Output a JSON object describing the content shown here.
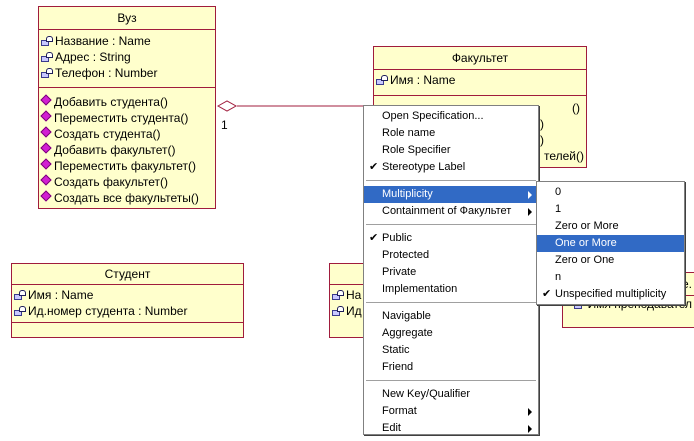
{
  "classes": {
    "vuz": {
      "title": "Вуз",
      "attributes": [
        "Название : Name",
        "Адрес : String",
        "Телефон : Number"
      ],
      "operations": [
        "Добавить студента()",
        "Переместить студента()",
        "Создать студента()",
        "Добавить факультет()",
        "Переместить факультет()",
        "Создать факультет()",
        "Создать все факультеты()"
      ]
    },
    "fakultet": {
      "title": "Факультет",
      "attributes": [
        "Имя : Name"
      ],
      "operations_partial": [
        "()",
        ")",
        ")",
        "телей()"
      ]
    },
    "student": {
      "title": "Студент",
      "attributes": [
        "Имя : Name",
        "Ид.номер студента : Number"
      ]
    },
    "hidden_mid": {
      "attributes_partial": [
        "На",
        "Ид"
      ]
    },
    "hidden_right": {
      "title_partial": "е.",
      "attributes_partial": [
        "Имя преподавател"
      ]
    }
  },
  "association": {
    "multiplicity": "1"
  },
  "context_menu": {
    "groups": [
      [
        {
          "label": "Open Specification...",
          "checked": false,
          "submenu": false
        },
        {
          "label": "Role name",
          "checked": false,
          "submenu": false
        },
        {
          "label": "Role Specifier",
          "checked": false,
          "submenu": false
        },
        {
          "label": "Stereotype Label",
          "checked": true,
          "submenu": false
        }
      ],
      [
        {
          "label": "Multiplicity",
          "checked": false,
          "submenu": true,
          "highlighted": true
        },
        {
          "label": "Containment of Факультет",
          "checked": false,
          "submenu": true
        }
      ],
      [
        {
          "label": "Public",
          "checked": true,
          "submenu": false
        },
        {
          "label": "Protected",
          "checked": false,
          "submenu": false
        },
        {
          "label": "Private",
          "checked": false,
          "submenu": false
        },
        {
          "label": "Implementation",
          "checked": false,
          "submenu": false
        }
      ],
      [
        {
          "label": "Navigable",
          "checked": false,
          "submenu": false
        },
        {
          "label": "Aggregate",
          "checked": false,
          "submenu": false
        },
        {
          "label": "Static",
          "checked": false,
          "submenu": false
        },
        {
          "label": "Friend",
          "checked": false,
          "submenu": false
        }
      ],
      [
        {
          "label": "New Key/Qualifier",
          "checked": false,
          "submenu": false
        },
        {
          "label": "Format",
          "checked": false,
          "submenu": true
        },
        {
          "label": "Edit",
          "checked": false,
          "submenu": true
        }
      ]
    ]
  },
  "multiplicity_submenu": [
    {
      "label": "0",
      "checked": false
    },
    {
      "label": "1",
      "checked": false
    },
    {
      "label": "Zero or More",
      "checked": false
    },
    {
      "label": "One or More",
      "checked": false,
      "highlighted": true
    },
    {
      "label": "Zero or One",
      "checked": false
    },
    {
      "label": "n",
      "checked": false
    },
    {
      "label": "Unspecified multiplicity",
      "checked": true
    }
  ],
  "colors": {
    "class_fill": "#ffffcc",
    "class_border": "#a01c3c",
    "menu_highlight": "#316ac5",
    "association_line": "#a01c3c"
  }
}
